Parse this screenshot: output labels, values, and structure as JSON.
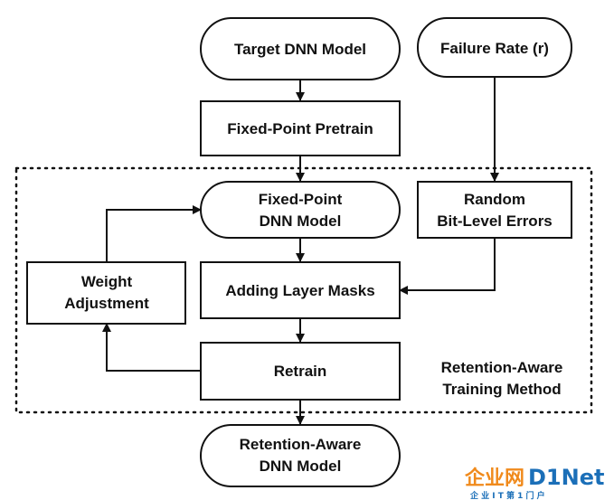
{
  "diagram": {
    "nodes": {
      "target_model": "Target DNN Model",
      "failure_rate": "Failure Rate (r)",
      "pretrain": "Fixed-Point Pretrain",
      "fixed_point_model": [
        "Fixed-Point",
        "DNN Model"
      ],
      "random_errors": [
        "Random",
        "Bit-Level Errors"
      ],
      "weight_adjustment": [
        "Weight",
        "Adjustment"
      ],
      "layer_masks": "Adding Layer Masks",
      "retrain": "Retrain",
      "output_model": [
        "Retention-Aware",
        "DNN Model"
      ]
    },
    "region_label": [
      "Retention-Aware",
      "Training Method"
    ]
  },
  "watermark": {
    "brand_left": "企业网",
    "brand_right": "D1Net",
    "tagline": "企 业 I T 第 1 门 户",
    "colors": {
      "orange": "#f08a1c",
      "blue": "#1b6fb8"
    }
  }
}
